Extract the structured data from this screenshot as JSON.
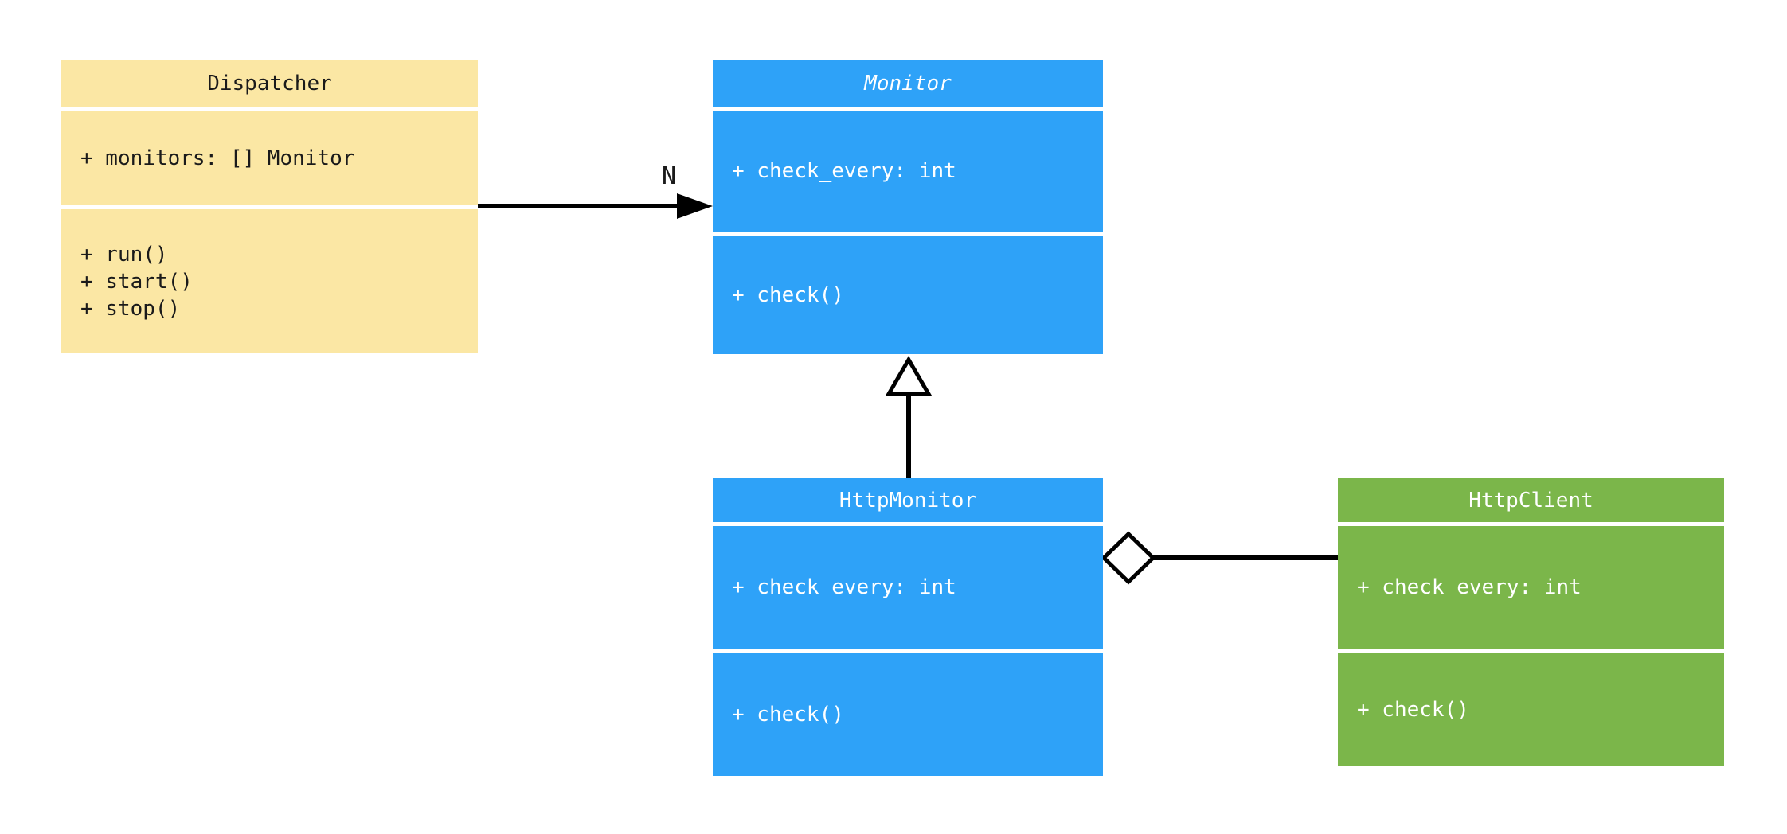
{
  "diagram": {
    "background_color": "#FFFFFF",
    "connector_color": "#000000"
  },
  "classes": [
    {
      "name": "Dispatcher",
      "abstract": false,
      "fill_color": "#FBE7A4",
      "text_color": "#1A1A1A",
      "attributes": [
        "+ monitors: [] Monitor"
      ],
      "methods": [
        "+ run()",
        "+ start()",
        "+ stop()"
      ]
    },
    {
      "name": "Monitor",
      "abstract": true,
      "fill_color": "#2EA2F8",
      "text_color": "#FFFFFF",
      "attributes": [
        "+ check_every: int"
      ],
      "methods": [
        "+ check()"
      ]
    },
    {
      "name": "HttpMonitor",
      "abstract": false,
      "fill_color": "#2EA2F8",
      "text_color": "#FFFFFF",
      "attributes": [
        "+ check_every: int"
      ],
      "methods": [
        "+ check()"
      ]
    },
    {
      "name": "HttpClient",
      "abstract": false,
      "fill_color": "#7BB64A",
      "text_color": "#FFFFFF",
      "attributes": [
        "+ check_every: int"
      ],
      "methods": [
        "+ check()"
      ]
    }
  ],
  "relationships": [
    {
      "type": "association",
      "from": "Dispatcher",
      "to": "Monitor",
      "multiplicity": "N"
    },
    {
      "type": "inheritance",
      "from": "HttpMonitor",
      "to": "Monitor"
    },
    {
      "type": "aggregation",
      "from": "HttpMonitor",
      "to": "HttpClient"
    }
  ]
}
